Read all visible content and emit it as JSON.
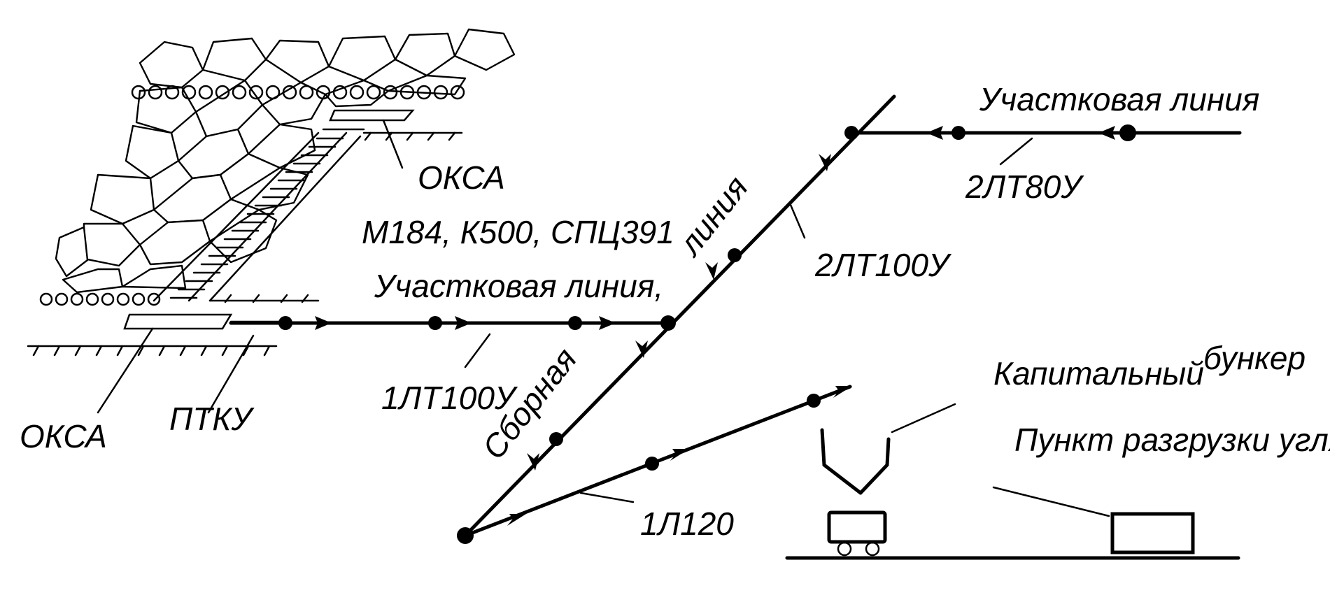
{
  "labels": {
    "oksa_top": "ОКСА",
    "equipment": "М184, К500, СПЦ391",
    "section_line_left": "Участковая линия,",
    "conveyor_1lt100u": "1ЛТ100У",
    "oksa_bottom": "ОКСА",
    "ptku": "ПТКУ",
    "collection_word_1": "Сборная",
    "collection_word_2": "линия",
    "conveyor_2lt100u": "2ЛТ100У",
    "section_line_right": "Участковая линия",
    "conveyor_2lt80u": "2ЛТ80У",
    "capital_word_1": "Капитальный",
    "capital_word_2": "бункер",
    "unloading_point": "Пункт разгрузки угля",
    "conveyor_1l120": "1Л120"
  },
  "colors": {
    "ink": "#000000",
    "background": "#ffffff"
  }
}
